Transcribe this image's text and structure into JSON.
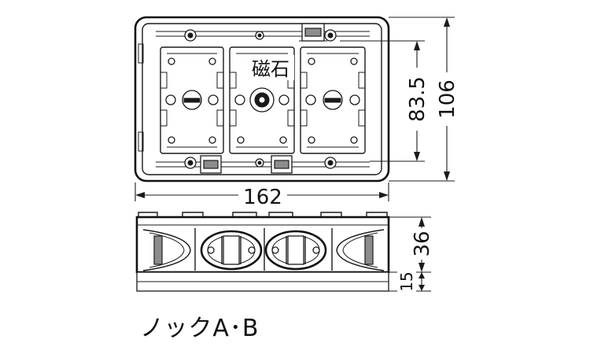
{
  "labels": {
    "magnet": "磁石",
    "caption": "ノックA･B"
  },
  "dimensions": {
    "width": "162",
    "inner_height": "83.5",
    "total_height": "106",
    "depth": "36",
    "plate": "15"
  }
}
